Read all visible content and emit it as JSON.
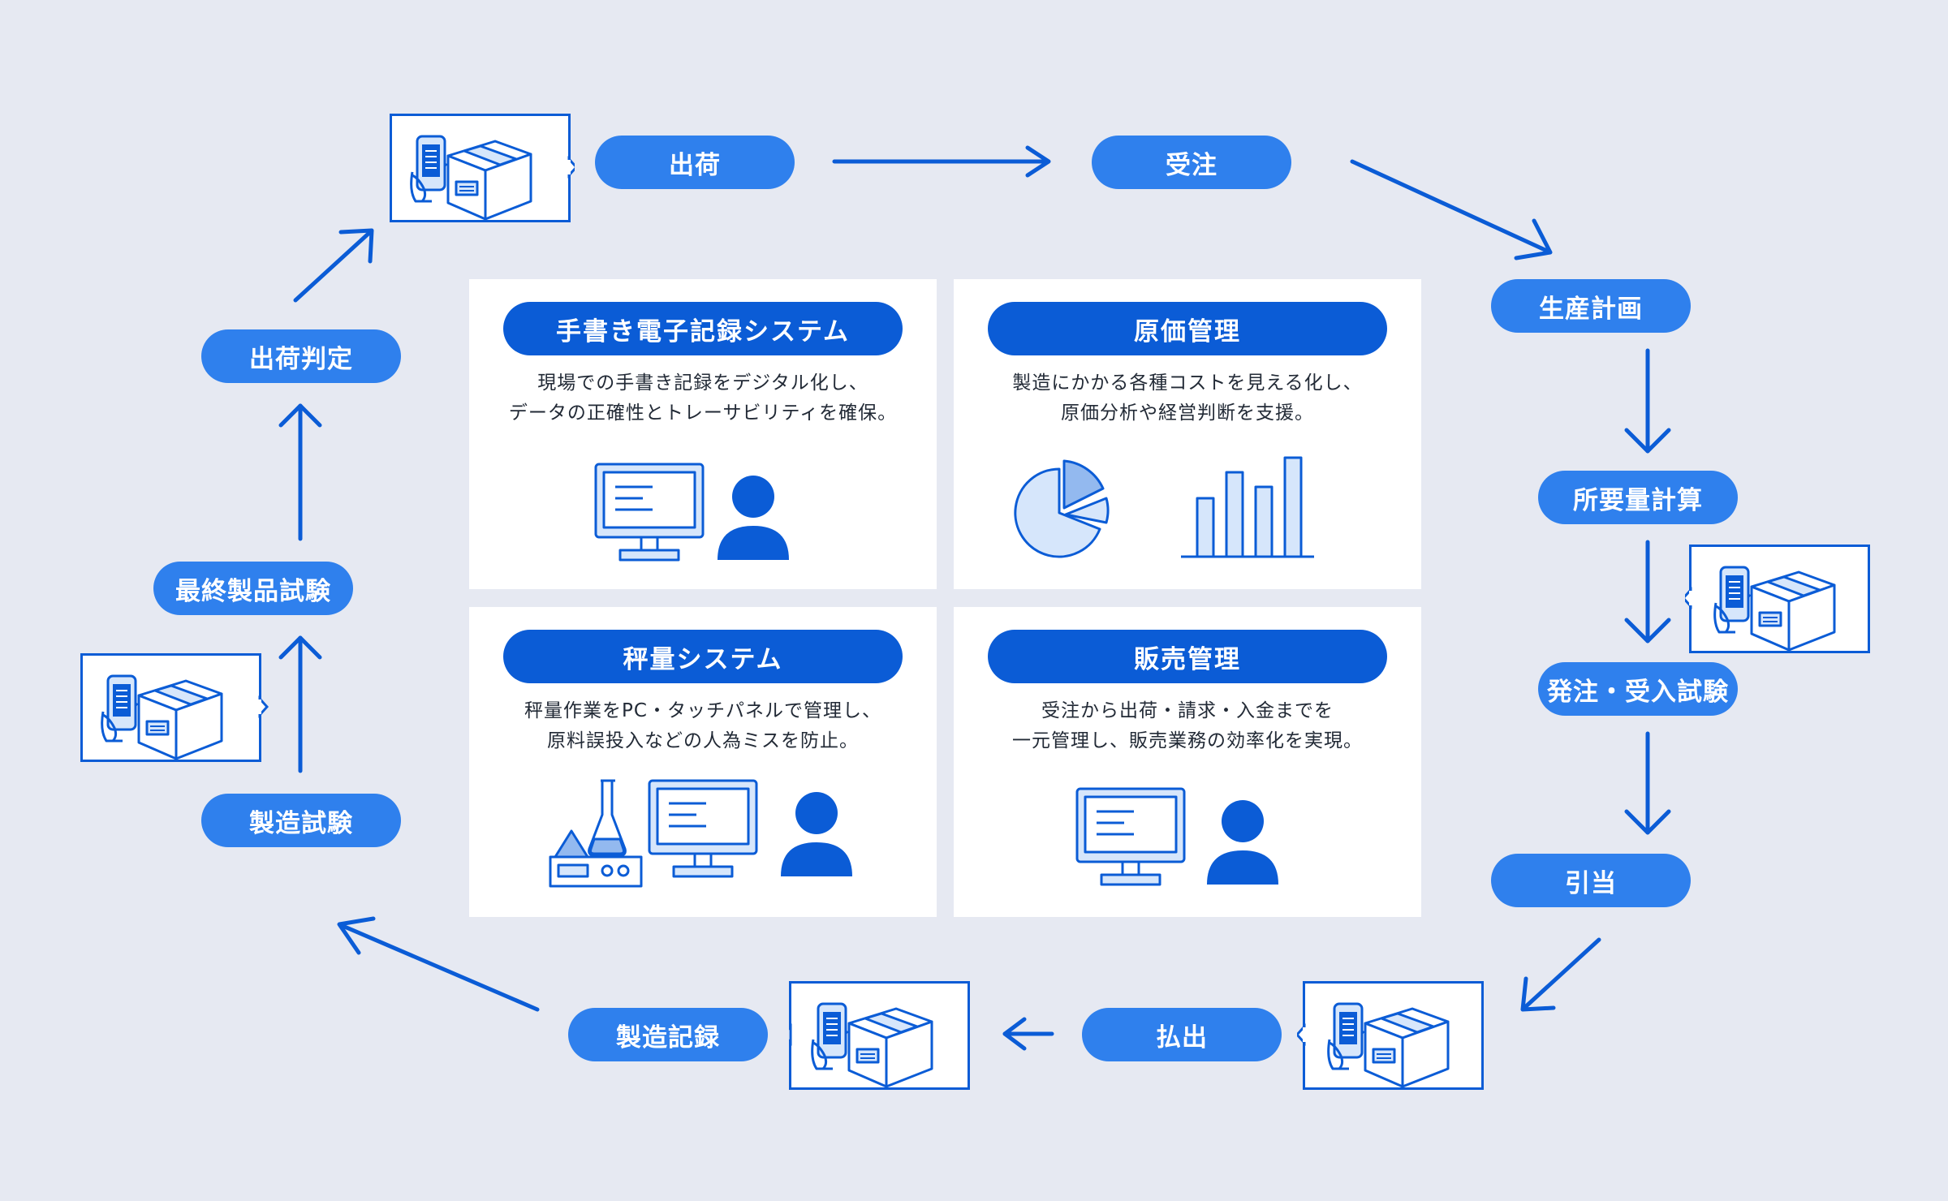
{
  "colors": {
    "background": "#e6e9f2",
    "pill": "#2f80ed",
    "card_title": "#0b5cd6",
    "arrow": "#0b5cd6",
    "icon_light": "#d6e6fb",
    "icon_mid": "#93b9ef"
  },
  "flow_steps": [
    {
      "id": "shipping",
      "label": "出荷"
    },
    {
      "id": "order_receipt",
      "label": "受注"
    },
    {
      "id": "production_plan",
      "label": "生産計画"
    },
    {
      "id": "requirement_calc",
      "label": "所要量計算"
    },
    {
      "id": "purchase_acceptance",
      "label": "発注・受入試験"
    },
    {
      "id": "allocation",
      "label": "引当"
    },
    {
      "id": "dispensing",
      "label": "払出"
    },
    {
      "id": "manufacturing_record",
      "label": "製造記録"
    },
    {
      "id": "manufacturing_test",
      "label": "製造試験"
    },
    {
      "id": "final_product_test",
      "label": "最終製品試験"
    },
    {
      "id": "shipping_judgment",
      "label": "出荷判定"
    }
  ],
  "device_icon": "handheld-scanner-and-box-icon",
  "cards": [
    {
      "title": "手書き電子記録システム",
      "lines": [
        "現場での手書き記録をデジタル化し、",
        "データの正確性とトレーサビリティを確保。"
      ],
      "icon": "monitor-user-icon"
    },
    {
      "title": "原価管理",
      "lines": [
        "製造にかかる各種コストを見える化し、",
        "原価分析や経営判断を支援。"
      ],
      "icon": "pie-bar-chart-icon"
    },
    {
      "title": "秤量システム",
      "lines": [
        "秤量作業をPC・タッチパネルで管理し、",
        "原料誤投入などの人為ミスを防止。"
      ],
      "icon": "lab-scale-monitor-user-icon"
    },
    {
      "title": "販売管理",
      "lines": [
        "受注から出荷・請求・入金までを",
        "一元管理し、販売業務の効率化を実現。"
      ],
      "icon": "monitor-user-icon"
    }
  ]
}
